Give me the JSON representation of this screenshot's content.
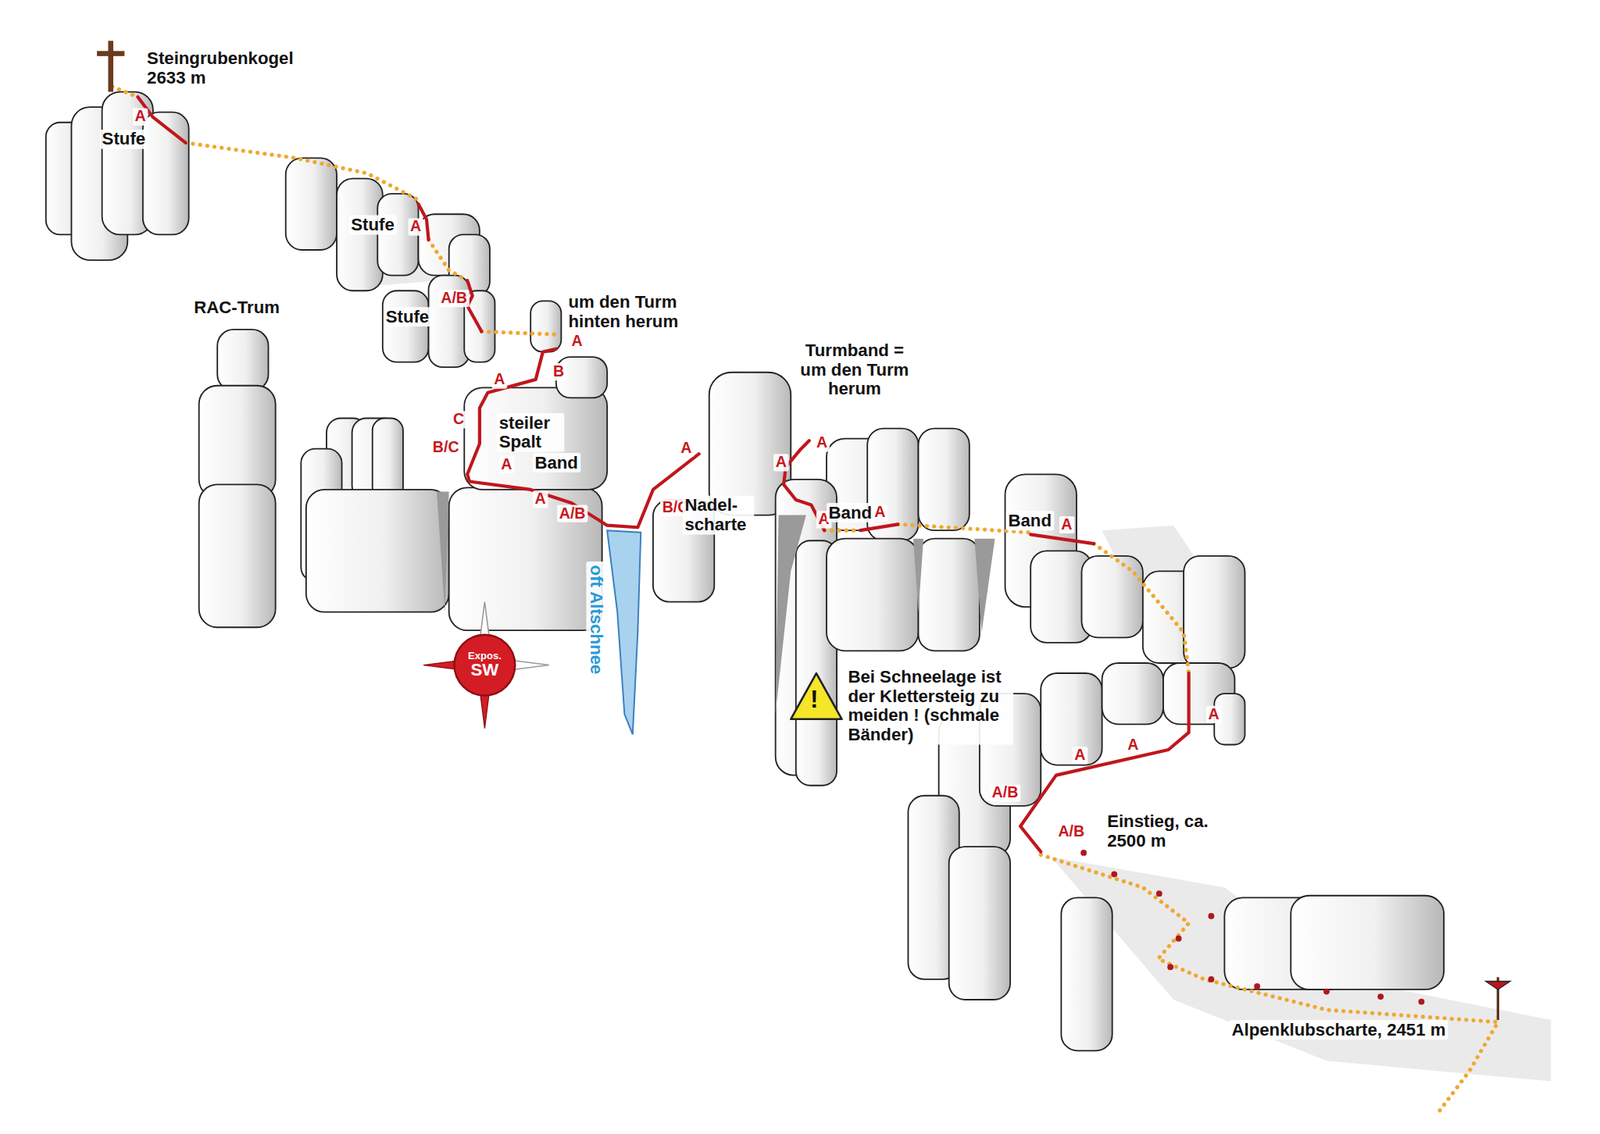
{
  "diagram": {
    "nodes": [
      {
        "text": [
          "Expos.",
          "SW"
        ]
      }
    ],
    "labels": [
      "Steingrubenkogel 2633 m",
      "A",
      "Stufe",
      "Stufe",
      "A",
      "RAC-Trum",
      "A/B",
      "Stufe",
      "um den Turm hinten herum",
      "A",
      "B",
      "A",
      "C",
      "steiler Spalt",
      "B/C",
      "A",
      "Band",
      "A",
      "A/B",
      "A",
      "B/C",
      "Nadel- scharte",
      "oft Altschnee",
      "Turmband = um den Turm herum",
      "A",
      "A",
      "A",
      "Band",
      "A",
      "Band",
      "A",
      "A",
      "A",
      "A",
      "A/B",
      "A/B",
      "Einstieg, ca. 2500 m",
      "!",
      "Bei Schneelage ist der Klettersteig zu meiden ! (schmale Bänder)",
      "Alpenklubscharte, 2451 m"
    ]
  }
}
